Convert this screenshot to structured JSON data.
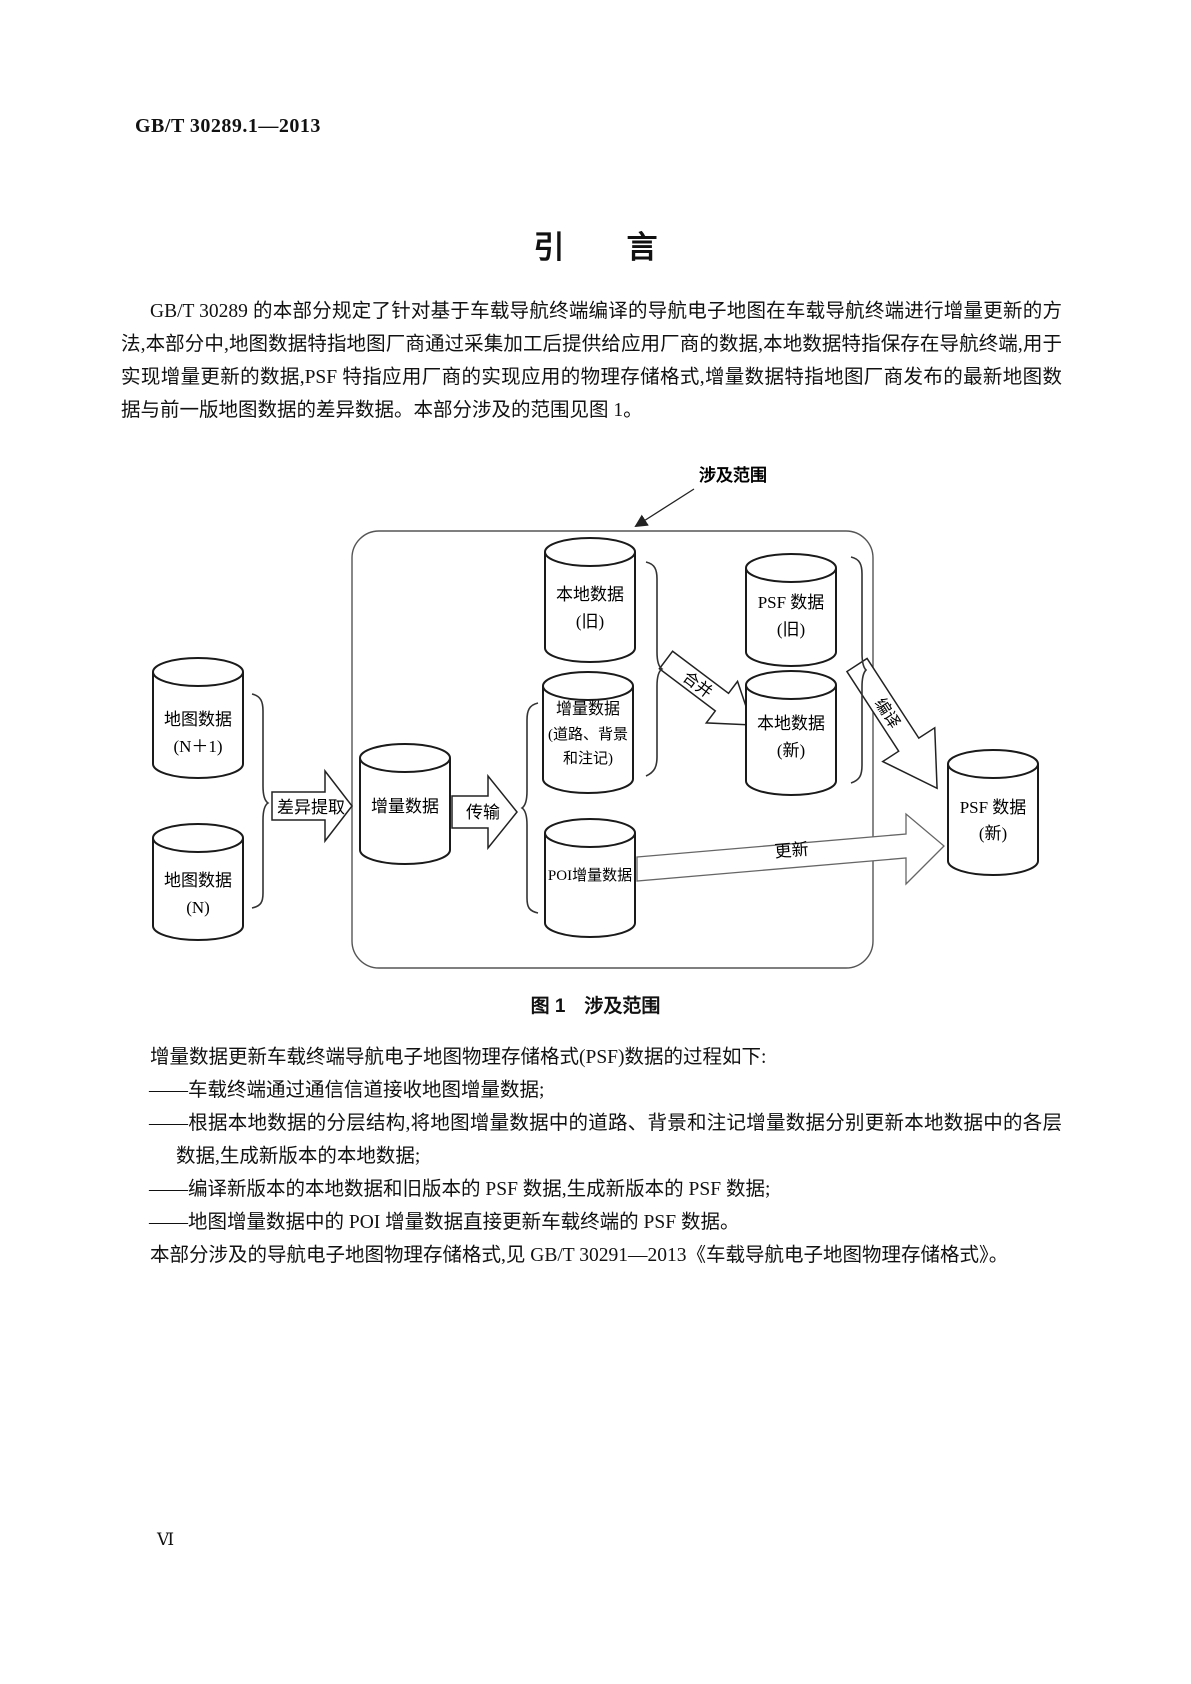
{
  "page": {
    "doc_number": "GB/T 30289.1—2013",
    "title": "引　　言",
    "page_number": "Ⅵ"
  },
  "intro": {
    "p1": "GB/T 30289 的本部分规定了针对基于车载导航终端编译的导航电子地图在车载导航终端进行增量更新的方法,本部分中,地图数据特指地图厂商通过采集加工后提供给应用厂商的数据,本地数据特指保存在导航终端,用于实现增量更新的数据,PSF 特指应用厂商的实现应用的物理存储格式,增量数据特指地图厂商发布的最新地图数据与前一版地图数据的差异数据。本部分涉及的范围见图 1。"
  },
  "figure": {
    "callout": "涉及范围",
    "caption": "图 1　涉及范围",
    "cylinders": {
      "map_n1": {
        "l1": "地图数据",
        "l2": "(N＋1)"
      },
      "map_n": {
        "l1": "地图数据",
        "l2": "(N)"
      },
      "delta": {
        "l1": "增量数据"
      },
      "local_old": {
        "l1": "本地数据",
        "l2": "(旧)"
      },
      "delta_rbn": {
        "l1": "增量数据",
        "l2": "(道路、背景",
        "l3": "和注记)"
      },
      "poi": {
        "l1": "POI增量数据"
      },
      "psf_old": {
        "l1": "PSF 数据",
        "l2": "(旧)"
      },
      "local_new": {
        "l1": "本地数据",
        "l2": "(新)"
      },
      "psf_new": {
        "l1": "PSF 数据",
        "l2": "(新)"
      }
    },
    "arrows": {
      "diff_extract": "差异提取",
      "transmit": "传输",
      "merge": "合并",
      "compile": "编译",
      "update": "更新"
    }
  },
  "process": {
    "lead": "增量数据更新车载终端导航电子地图物理存储格式(PSF)数据的过程如下:",
    "items": [
      "——车载终端通过通信信道接收地图增量数据;",
      "——根据本地数据的分层结构,将地图增量数据中的道路、背景和注记增量数据分别更新本地数据中的各层数据,生成新版本的本地数据;",
      "——编译新版本的本地数据和旧版本的 PSF 数据,生成新版本的 PSF 数据;",
      "——地图增量数据中的 POI 增量数据直接更新车载终端的 PSF 数据。"
    ],
    "closing": "本部分涉及的导航电子地图物理存储格式,见 GB/T 30291—2013《车载导航电子地图物理存储格式》。"
  }
}
